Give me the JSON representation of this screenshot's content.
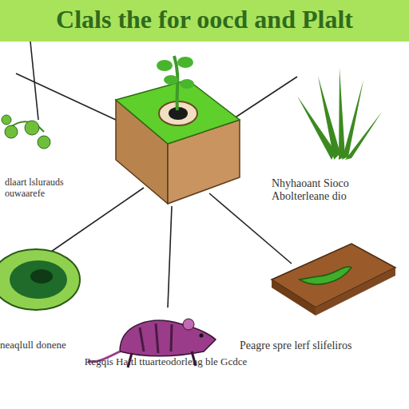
{
  "diagram": {
    "title": "Clals the for oocd and Plalt",
    "labels": [
      "dlaart lslurauds ouwaarefe",
      "Nhyhaoant Sioco Abolterleane dio",
      "neaqlull donene",
      "Regqis Haitl ttuarteodorleng ble Gcdce",
      "Peagre spre lerf slifeliros"
    ]
  }
}
